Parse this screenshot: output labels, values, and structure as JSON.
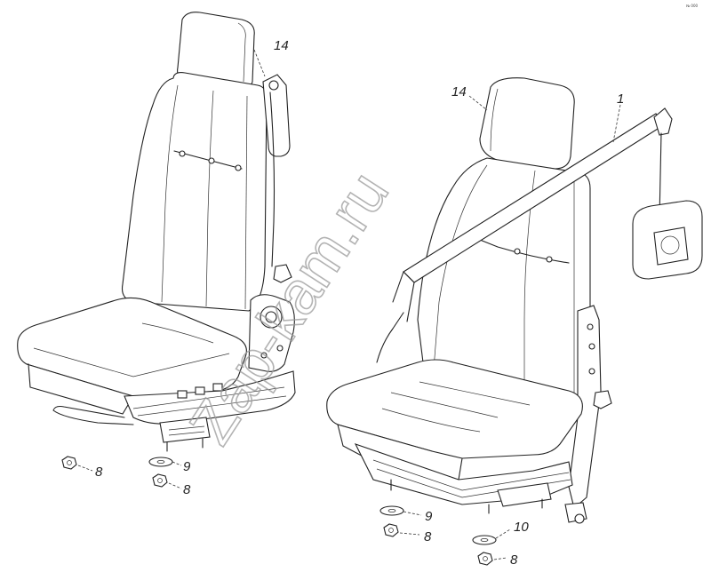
{
  "watermark": "Zap-kam.ru",
  "corner_code": "№ 000",
  "callouts": [
    {
      "id": "left-14",
      "text": "14"
    },
    {
      "id": "left-8-a",
      "text": "8"
    },
    {
      "id": "left-9",
      "text": "9"
    },
    {
      "id": "left-8-b",
      "text": "8"
    },
    {
      "id": "right-14",
      "text": "14"
    },
    {
      "id": "right-1",
      "text": "1"
    },
    {
      "id": "right-9",
      "text": "9"
    },
    {
      "id": "right-8-a",
      "text": "8"
    },
    {
      "id": "right-10",
      "text": "10"
    },
    {
      "id": "right-8-b",
      "text": "8"
    }
  ]
}
